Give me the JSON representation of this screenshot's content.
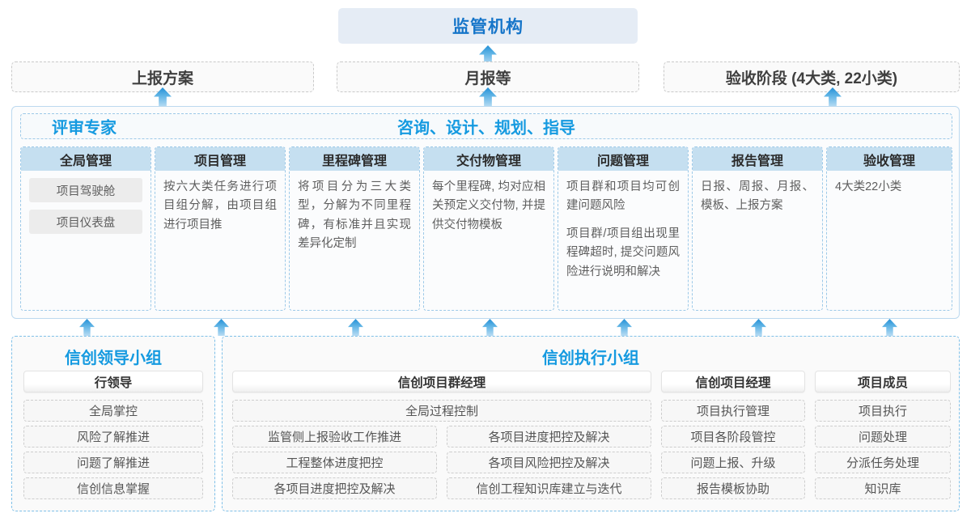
{
  "top": {
    "regulator": "监管机构"
  },
  "submissions": [
    {
      "label": "上报方案"
    },
    {
      "label": "月报等"
    },
    {
      "label": "验收阶段 (4大类, 22小类)"
    }
  ],
  "middle": {
    "left_label": "评审专家",
    "center_label": "咨询、设计、规划、指导",
    "columns": [
      {
        "title": "全局管理",
        "pills": [
          "项目驾驶舱",
          "项目仪表盘"
        ],
        "paragraphs": []
      },
      {
        "title": "项目管理",
        "pills": [],
        "paragraphs": [
          "按六大类任务进行项目组分解，由项目组进行项目推"
        ]
      },
      {
        "title": "里程碑管理",
        "pills": [],
        "paragraphs": [
          "将项目分为三大类型，分解为不同里程碑，有标准并且实现差异化定制"
        ]
      },
      {
        "title": "交付物管理",
        "pills": [],
        "paragraphs": [
          "每个里程碑, 均对应相关预定义交付物, 并提供交付物模板"
        ]
      },
      {
        "title": "问题管理",
        "pills": [],
        "paragraphs": [
          "项目群和项目均可创建问题风险",
          "项目群/项目组出现里程碑超时, 提交问题风险进行说明和解决"
        ]
      },
      {
        "title": "报告管理",
        "pills": [],
        "paragraphs": [
          "日报、周报、月报、模板、上报方案"
        ]
      },
      {
        "title": "验收管理",
        "pills": [],
        "paragraphs": [
          "4大类22小类"
        ]
      }
    ]
  },
  "bottom": {
    "left_group": {
      "title": "信创领导小组",
      "role": "行领导",
      "tasks": [
        "全局掌控",
        "风险了解推进",
        "问题了解推进",
        "信创信息掌握"
      ]
    },
    "right_group": {
      "title": "信创执行小组",
      "roles": [
        {
          "name": "信创项目群经理",
          "full_width_task": "全局过程控制",
          "tasks_left": [
            "监管侧上报验收工作推进",
            "工程整体进度把控",
            "各项目进度把控及解决"
          ],
          "tasks_right": [
            "各项目进度把控及解决",
            "各项目风险把控及解决",
            "信创工程知识库建立与迭代"
          ]
        },
        {
          "name": "信创项目经理",
          "tasks": [
            "项目执行管理",
            "项目各阶段管控",
            "问题上报、升级",
            "报告模板协助"
          ]
        },
        {
          "name": "项目成员",
          "tasks": [
            "项目执行",
            "问题处理",
            "分派任务处理",
            "知识库"
          ]
        }
      ]
    }
  },
  "colors": {
    "accent_blue": "#159ae0",
    "title_blue": "#1675c9",
    "banner_bg": "#e5ecf5",
    "col_head_bg": "#c5dff0",
    "arrow_top": "#2390d6",
    "arrow_bottom": "#b8dcf3"
  }
}
